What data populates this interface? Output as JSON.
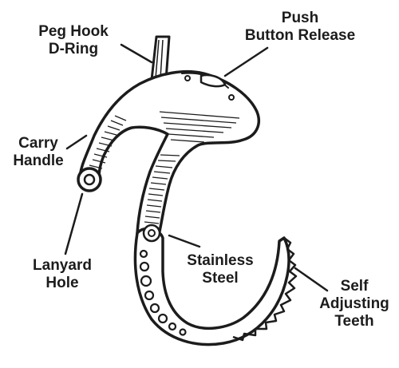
{
  "labels": {
    "peg_hook": [
      "Peg Hook",
      "D-Ring"
    ],
    "push_button": [
      "Push",
      "Button Release"
    ],
    "carry_handle": [
      "Carry",
      "Handle"
    ],
    "lanyard_hole": [
      "Lanyard",
      "Hole"
    ],
    "stainless_steel": [
      "Stainless",
      "Steel"
    ],
    "self_adjusting": [
      "Self",
      "Adjusting",
      "Teeth"
    ]
  },
  "colors": {
    "ink": "#1c1c1c",
    "fill": "#ffffff",
    "shade": "#bdbdbd"
  }
}
